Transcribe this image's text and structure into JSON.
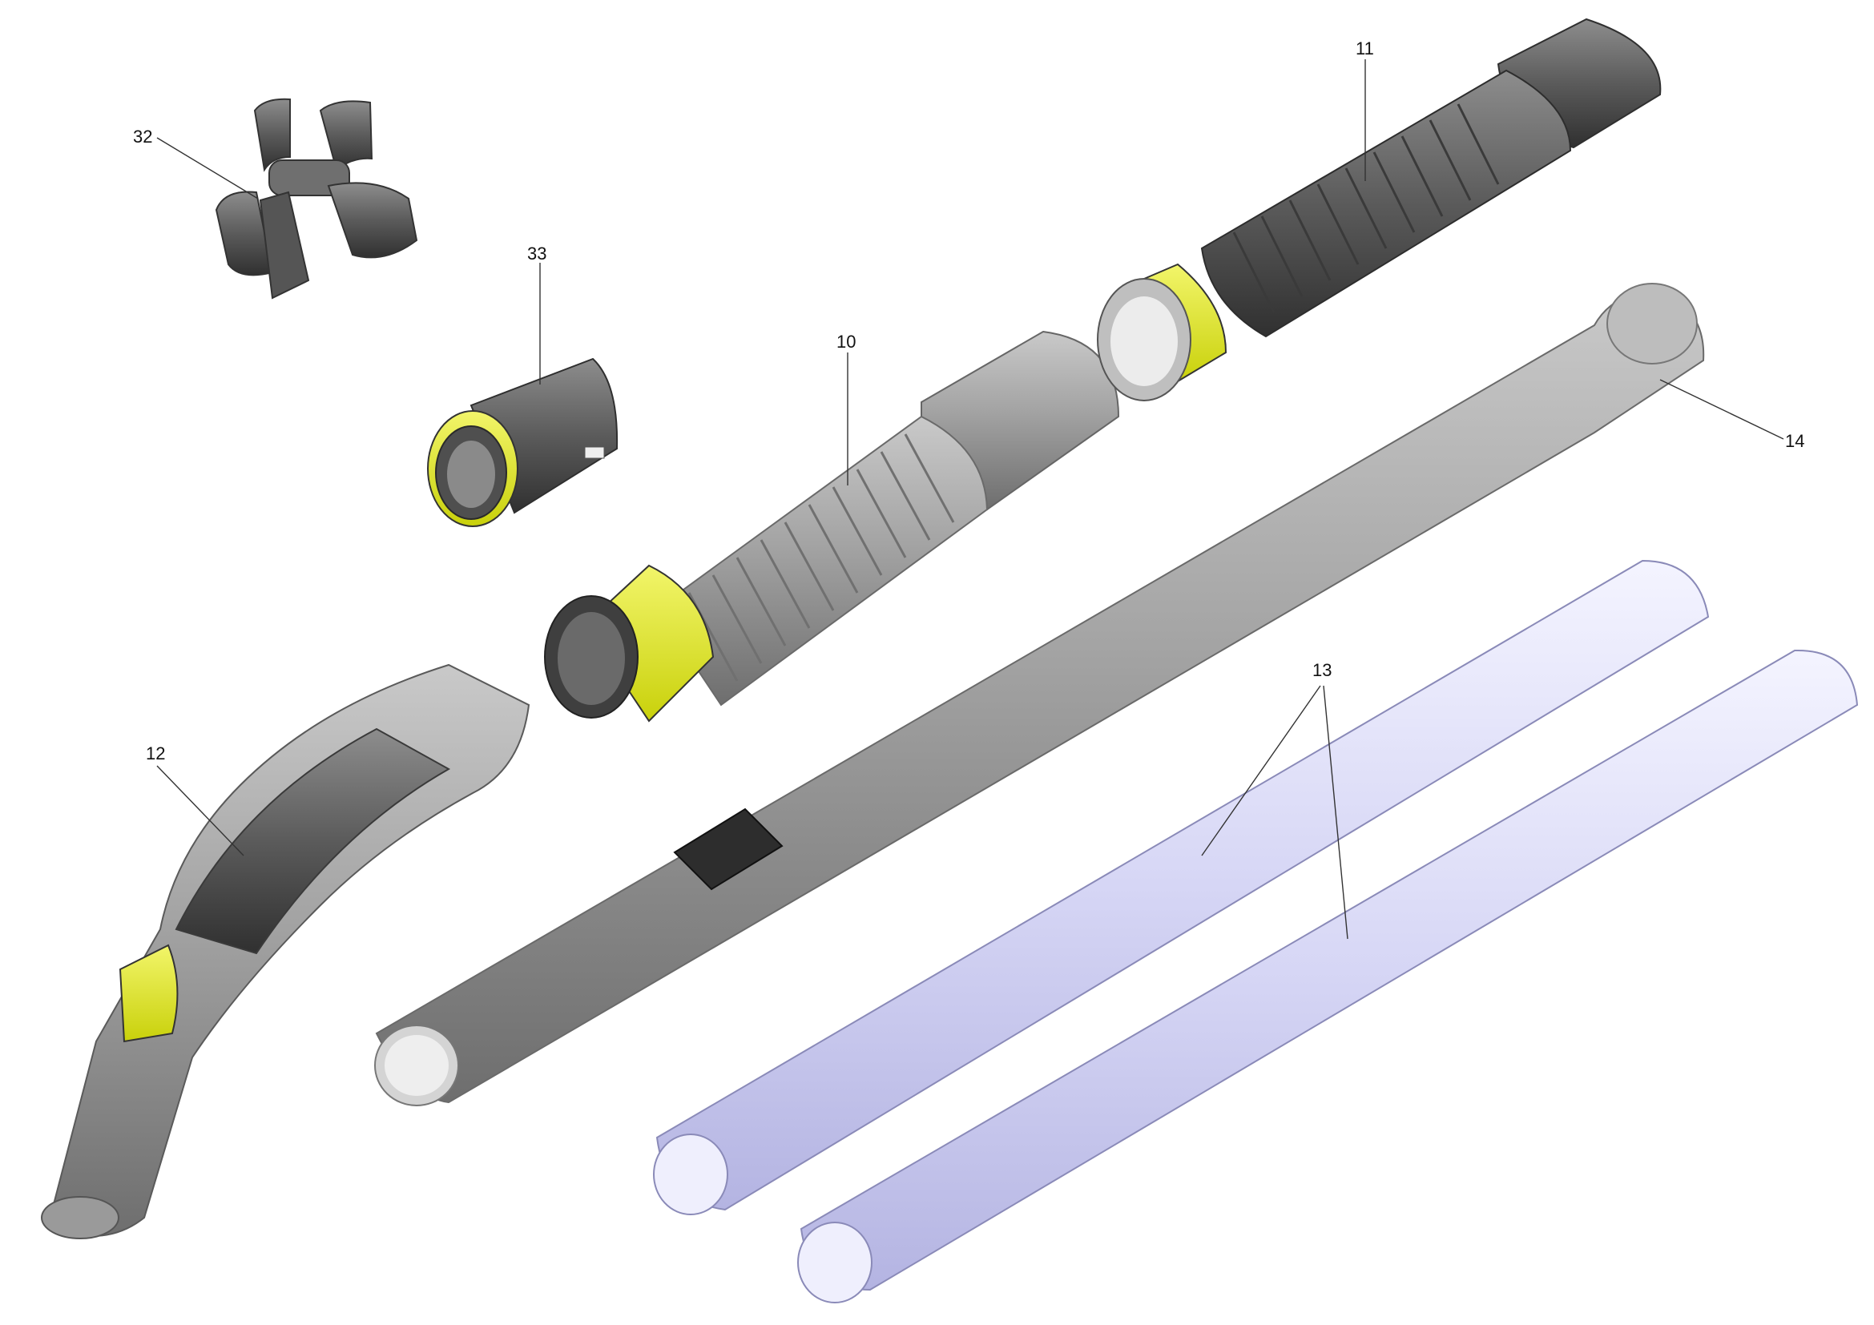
{
  "parts": [
    {
      "id": "part-32",
      "number": "32"
    },
    {
      "id": "part-33",
      "number": "33"
    },
    {
      "id": "part-10",
      "number": "10"
    },
    {
      "id": "part-11",
      "number": "11"
    },
    {
      "id": "part-14",
      "number": "14"
    },
    {
      "id": "part-12",
      "number": "12"
    },
    {
      "id": "part-13",
      "number": "13"
    }
  ],
  "colors": {
    "accent_yellow": "#e3ea1a",
    "grey_part": "#8c8c8c",
    "dark_part": "#4a4a4a",
    "clear_tube": "#dcdcf6"
  }
}
